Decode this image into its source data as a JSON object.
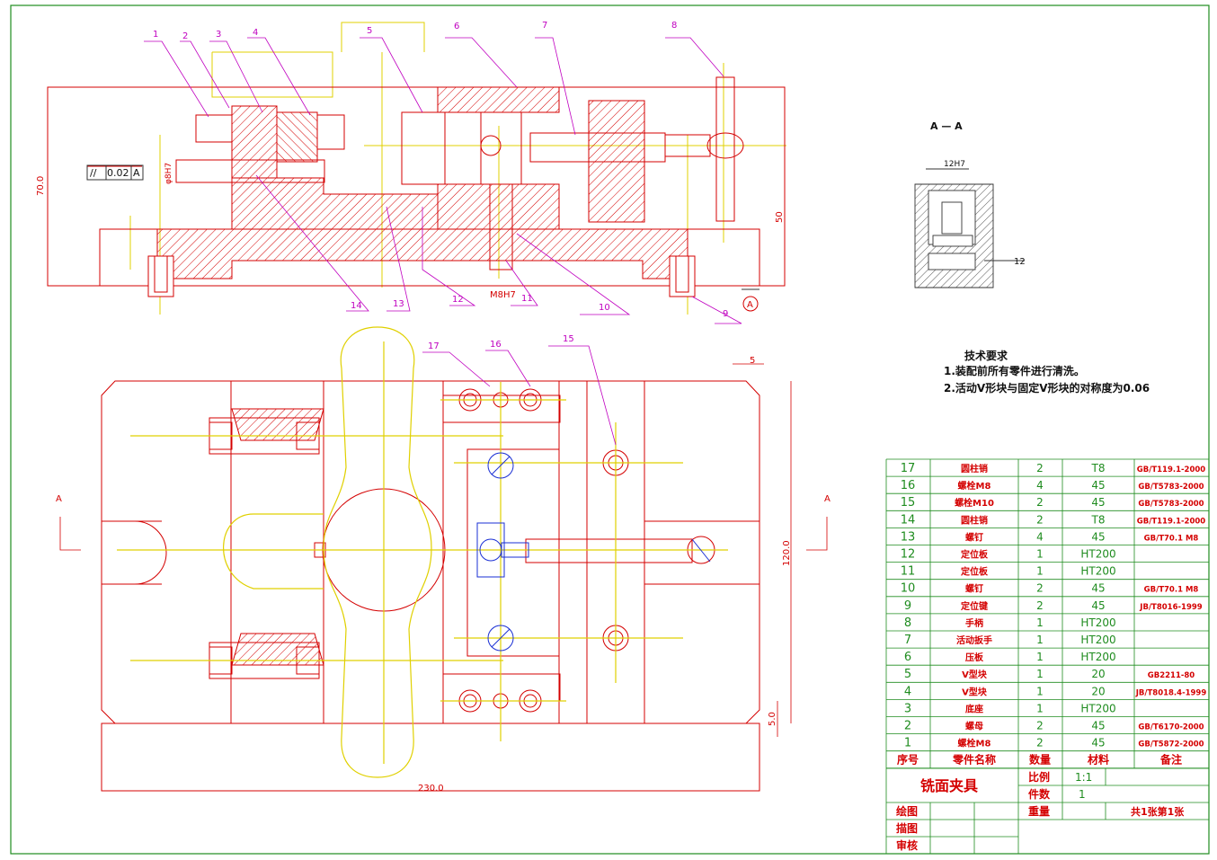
{
  "section_view": {
    "title": "A — A",
    "width_dim": "12H7",
    "depth_dim": "12"
  },
  "tech_requirements": {
    "title": "技术要求",
    "items": [
      "1.装配前所有零件进行清洗。",
      "2.活动V形块与固定V形块的对称度为0.06"
    ]
  },
  "front_view": {
    "height_dim": "70.0",
    "height_dim2": "50",
    "tolerance_frame": {
      "symbol": "//",
      "value": "0.02",
      "datum": "A"
    },
    "pin_dim": "φ8H7",
    "thread_label": "M8H7",
    "datum_label": "A",
    "balloons": [
      "1",
      "2",
      "3",
      "4",
      "5",
      "6",
      "7",
      "8",
      "9",
      "10",
      "11",
      "12",
      "13",
      "14"
    ]
  },
  "top_view": {
    "width_dim": "230.0",
    "height_dim": "120.0",
    "dim_5_top": "5",
    "dim_5_side": "5.0",
    "section_label_left": "A",
    "section_label_right": "A",
    "balloons": [
      "15",
      "16",
      "17"
    ]
  },
  "parts_table": {
    "rows": [
      {
        "no": "17",
        "name": "圆柱销",
        "qty": "2",
        "material": "T8",
        "note": "GB/T119.1-2000"
      },
      {
        "no": "16",
        "name": "螺栓M8",
        "qty": "4",
        "material": "45",
        "note": "GB/T5783-2000"
      },
      {
        "no": "15",
        "name": "螺栓M10",
        "qty": "2",
        "material": "45",
        "note": "GB/T5783-2000"
      },
      {
        "no": "14",
        "name": "圆柱销",
        "qty": "2",
        "material": "T8",
        "note": "GB/T119.1-2000"
      },
      {
        "no": "13",
        "name": "螺钉",
        "qty": "4",
        "material": "45",
        "note": "GB/T70.1 M8"
      },
      {
        "no": "12",
        "name": "定位板",
        "qty": "1",
        "material": "HT200",
        "note": ""
      },
      {
        "no": "11",
        "name": "定位板",
        "qty": "1",
        "material": "HT200",
        "note": ""
      },
      {
        "no": "10",
        "name": "螺钉",
        "qty": "2",
        "material": "45",
        "note": "GB/T70.1 M8"
      },
      {
        "no": "9",
        "name": "定位键",
        "qty": "2",
        "material": "45",
        "note": "JB/T8016-1999"
      },
      {
        "no": "8",
        "name": "手柄",
        "qty": "1",
        "material": "HT200",
        "note": ""
      },
      {
        "no": "7",
        "name": "活动扳手",
        "qty": "1",
        "material": "HT200",
        "note": ""
      },
      {
        "no": "6",
        "name": "压板",
        "qty": "1",
        "material": "HT200",
        "note": ""
      },
      {
        "no": "5",
        "name": "V型块",
        "qty": "1",
        "material": "20",
        "note": "GB2211-80"
      },
      {
        "no": "4",
        "name": "V型块",
        "qty": "1",
        "material": "20",
        "note": "JB/T8018.4-1999"
      },
      {
        "no": "3",
        "name": "底座",
        "qty": "1",
        "material": "HT200",
        "note": ""
      },
      {
        "no": "2",
        "name": "螺母",
        "qty": "2",
        "material": "45",
        "note": "GB/T6170-2000"
      },
      {
        "no": "1",
        "name": "螺栓M8",
        "qty": "2",
        "material": "45",
        "note": "GB/T5872-2000"
      }
    ],
    "header": {
      "no": "序号",
      "name": "零件名称",
      "qty": "数量",
      "material": "材料",
      "note": "备注"
    }
  },
  "title_block": {
    "title": "铣面夹具",
    "scale_label": "比例",
    "scale_value": "1:1",
    "count_label": "件数",
    "count_value": "1",
    "weight_label": "重量",
    "sheet_info": "共1张第1张",
    "drawn_label": "绘图",
    "traced_label": "描图",
    "checked_label": "审核"
  }
}
